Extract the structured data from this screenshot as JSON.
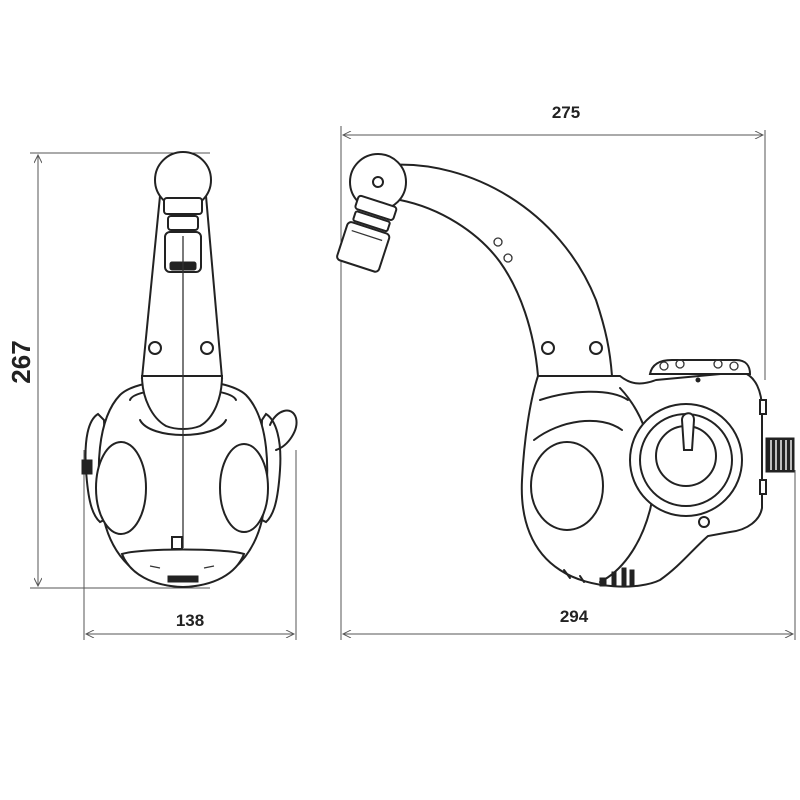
{
  "dimensions": {
    "height_label": "267",
    "front_width_label": "138",
    "top_reach_label": "275",
    "side_width_label": "294"
  }
}
